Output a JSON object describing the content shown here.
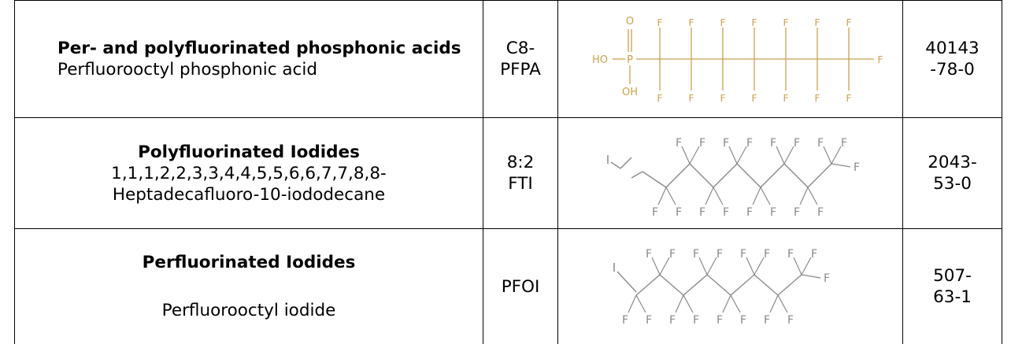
{
  "rows": [
    {
      "class_name": "Per- and polyfluorinated phosphonic acids",
      "compound": "Perfluorooctyl phosphonic acid",
      "abbreviation": "C8-\nPFPA",
      "cas": "40143\n-78-0",
      "structure_labels": {
        "oxygen_top": "O",
        "hydroxyl_left": "HO",
        "phosphorus": "P",
        "hydroxyl_bottom": "OH",
        "fluorine": "F"
      }
    },
    {
      "class_name": "Polyfluorinated Iodides",
      "compound": "1,1,1,2,2,3,3,4,4,5,5,6,6,7,7,8,8-\nHeptadecafluoro-10-iododecane",
      "abbreviation": "8:2\nFTI",
      "cas": "2043-\n53-0",
      "structure_labels": {
        "iodine": "I",
        "fluorine": "F"
      }
    },
    {
      "class_name": "Perfluorinated Iodides",
      "compound": "Perfluorooctyl iodide",
      "abbreviation": "PFOI",
      "cas": "507-\n63-1",
      "structure_labels": {
        "iodine": "I",
        "fluorine": "F"
      }
    }
  ],
  "colors": {
    "structure_pfpa": "#c8a24a",
    "structure_iodide": "#8a8a8a"
  }
}
